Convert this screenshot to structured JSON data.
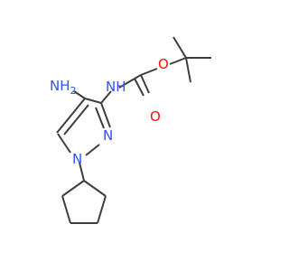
{
  "colors": {
    "background": "#ffffff",
    "bond": "#3d3d3d",
    "nitrogen": "#3050f8",
    "oxygen": "#ff0d0d"
  },
  "atoms": {
    "amino": "NH2",
    "amino_main": "NH",
    "amino_subscript": "2",
    "carbamate_nh": "NH",
    "carbonyl_o": "O",
    "ester_o": "O",
    "ring_n2": "N",
    "ring_n1": "N"
  }
}
